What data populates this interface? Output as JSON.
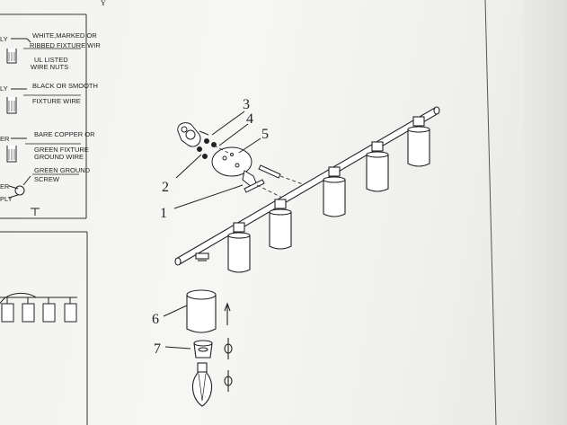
{
  "wiring_notes": {
    "row1_prefix": "LY",
    "row1_line1": "WHITE,MARKED OR",
    "row1_line2": "RIBBED FIXTURE WIR",
    "row1_nuts_line1": "UL LISTED",
    "row1_nuts_line2": "WIRE NUTS",
    "row2_prefix": "LY",
    "row2_line1": "BLACK OR SMOOTH",
    "row2_line2": "FIXTURE WIRE",
    "row3_prefix": "ER",
    "row3_line1": "BARE COPPER OR",
    "row3_line2": "GREEN FIXTURE",
    "row3_line3": "GROUND WIRE",
    "row4_line1": "GREEN GROUND",
    "row4_line2": "SCREW",
    "row4_prefix1": "ER",
    "row4_prefix2": "PLY"
  },
  "callouts": {
    "c1": "1",
    "c2": "2",
    "c3": "3",
    "c4": "4",
    "c5": "5",
    "c6": "6",
    "c7": "7"
  },
  "top_fragment": "Y"
}
